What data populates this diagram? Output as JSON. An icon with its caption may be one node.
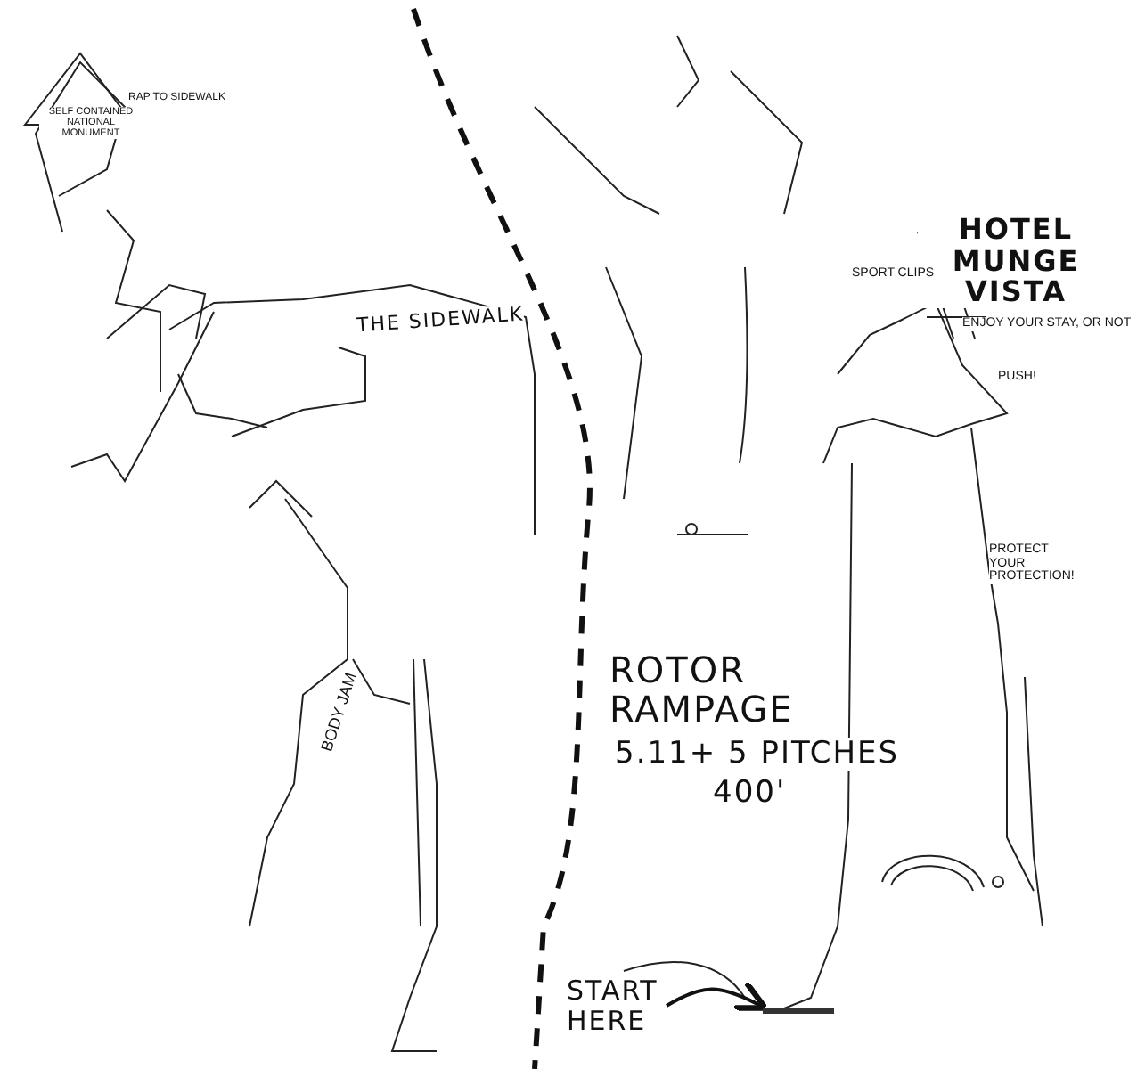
{
  "diagram": {
    "title": "ROTOR RAMPAGE",
    "nodes": [
      {
        "text": [
          "START HERE"
        ]
      },
      {
        "text": [],
        "shape": "bar"
      }
    ],
    "edges": [
      {
        "from": 0,
        "to": 1,
        "arrow": "to"
      }
    ],
    "labels": [
      "SELF CONTAINED NATIONAL MONUMENT",
      "RAP TO SIDEWALK",
      "THE SIDEWALK",
      "HOTEL MUNGE VISTA",
      "ENJOY YOUR STAY, OR NOT",
      "SPORT CLIPS",
      "PUSH!",
      "BODY JAM",
      "PROTECT YOUR PROTECTION!",
      "5.11+ 5 PITCHES",
      "400'"
    ]
  }
}
